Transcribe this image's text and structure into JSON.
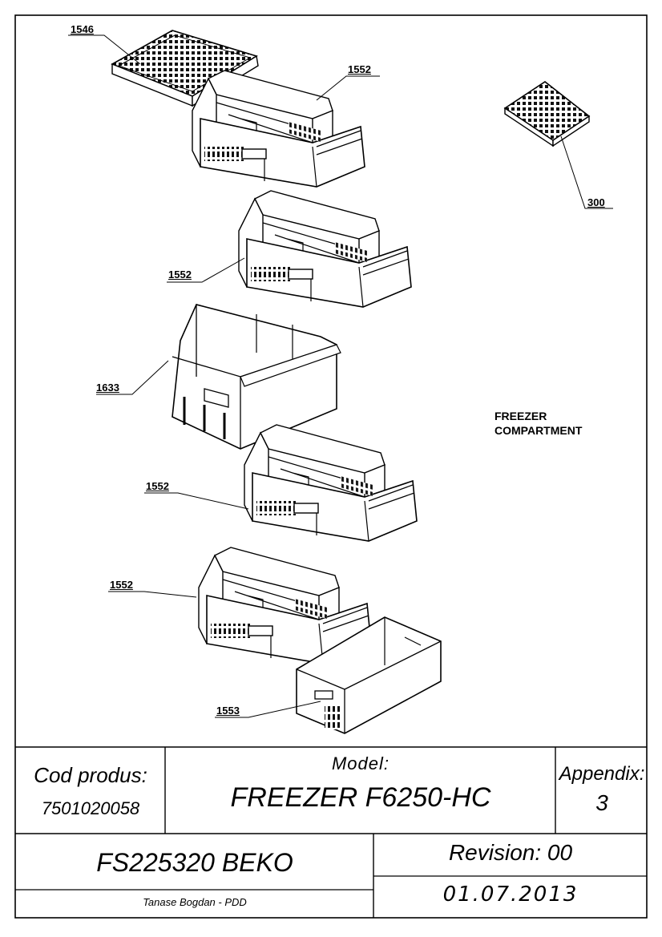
{
  "diagram": {
    "compartment_title": [
      "FREEZER",
      "COMPARTMENT"
    ],
    "parts": [
      {
        "id": "part-1546",
        "number": "1546"
      },
      {
        "id": "part-1552-a",
        "number": "1552"
      },
      {
        "id": "part-300",
        "number": "300"
      },
      {
        "id": "part-1552-b",
        "number": "1552"
      },
      {
        "id": "part-1633",
        "number": "1633"
      },
      {
        "id": "part-1552-c",
        "number": "1552"
      },
      {
        "id": "part-1552-d",
        "number": "1552"
      },
      {
        "id": "part-1553",
        "number": "1553"
      }
    ]
  },
  "title_block": {
    "cod_produs_label": "Cod produs:",
    "cod_produs_value": "7501020058",
    "model_label": "Model:",
    "model_value": "FREEZER F6250-HC",
    "appendix_label": "Appendix:",
    "appendix_value": "3",
    "product_name": "FS225320 BEKO",
    "revision": "Revision: 00",
    "author": "Tanase Bogdan - PDD",
    "date": "01.07.2013"
  }
}
